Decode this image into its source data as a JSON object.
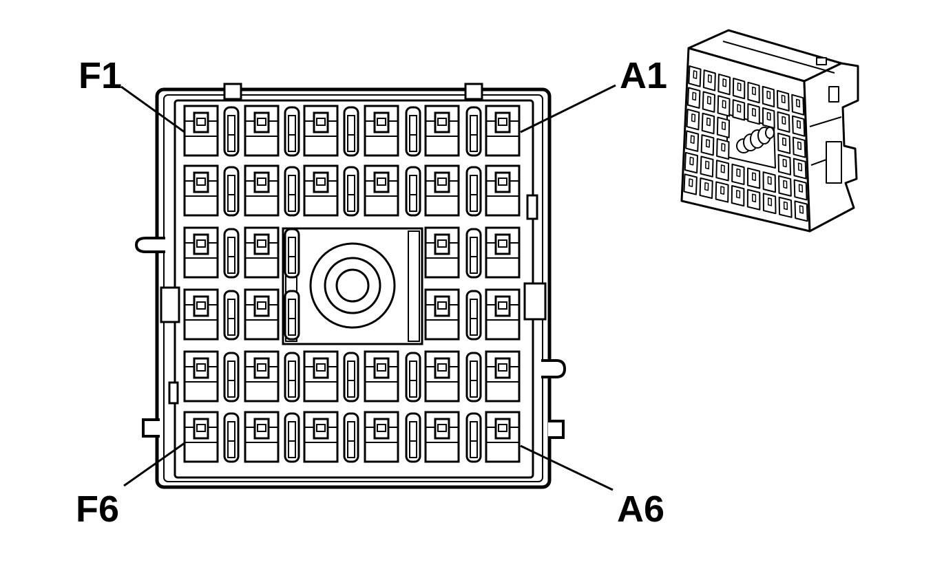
{
  "labels": {
    "f1": "F1",
    "a1": "A1",
    "f6": "F6",
    "a6": "A6"
  },
  "connector": {
    "rows": 6,
    "columns": 6,
    "cavities_per_row": [
      6,
      6,
      4,
      4,
      6,
      6
    ]
  },
  "colors": {
    "line": "#000000",
    "background": "#ffffff"
  }
}
